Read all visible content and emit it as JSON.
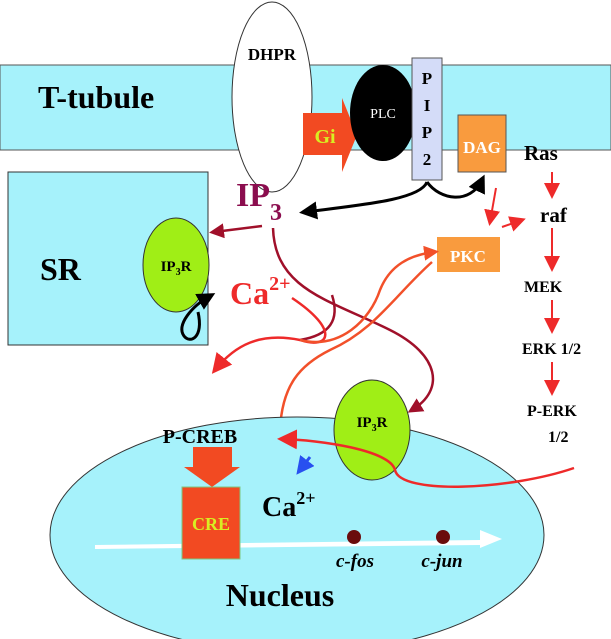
{
  "labels": {
    "t_tubule": "T-tubule",
    "dhpr": "DHPR",
    "gi": "Gi",
    "plc": "PLC",
    "pip2": [
      "P",
      "I",
      "P",
      "2"
    ],
    "dag": "DAG",
    "ras": "Ras",
    "raf": "raf",
    "mek": "MEK",
    "erk": "ERK 1/2",
    "perk_line1": "P-ERK",
    "perk_line2": "1/2",
    "sr": "SR",
    "ip3_main": "IP",
    "ip3_sub": "3",
    "ip3r_main": "IP",
    "ip3r_sub": "3",
    "ip3r_end": "R",
    "ca_main": "Ca",
    "ca_sup": "2+",
    "pkc": "PKC",
    "pcreb": "P-CREB",
    "cre": "CRE",
    "cfos": "c-fos",
    "cjun": "c-jun",
    "nucleus": "Nucleus"
  },
  "colors": {
    "membrane": "#a6f2fb",
    "ip3r": "#a0ee16",
    "orange_box": "#f99b3e",
    "red_arrow": "#ee2a2a",
    "ip3_purple": "#8b0d4e",
    "pip2": "#d4dcf8",
    "cre": "#f24a22",
    "gi_text": "#d8ee22"
  }
}
